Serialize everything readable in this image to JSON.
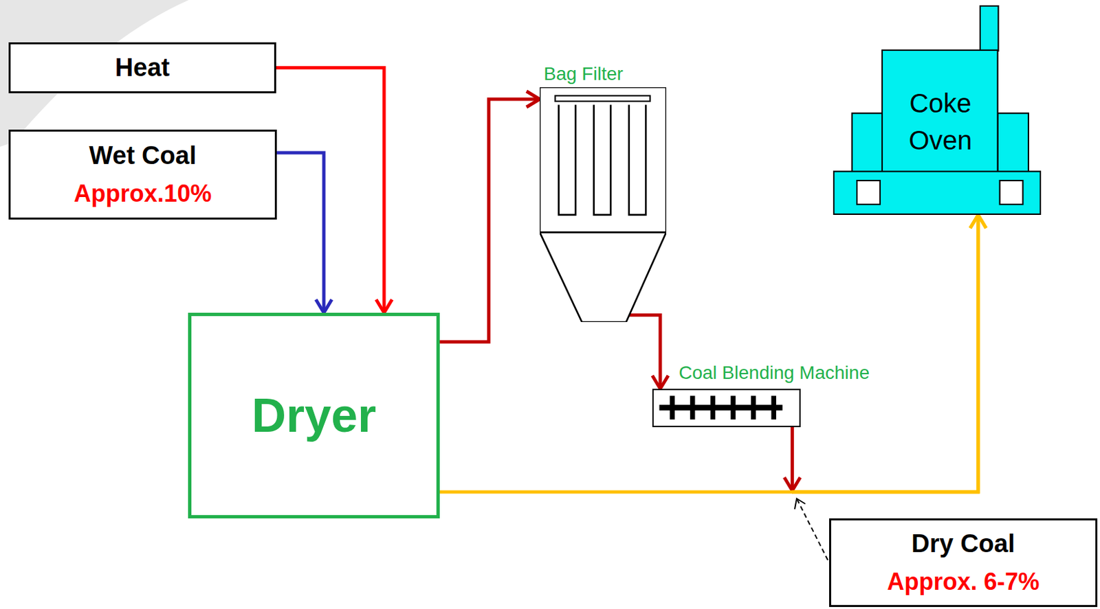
{
  "diagram": {
    "nodes": [
      {
        "text": [
          "Heat"
        ]
      },
      {
        "text": [
          "Wet Coal",
          "Approx.10%"
        ]
      },
      {
        "text": [
          "Dryer"
        ]
      },
      {
        "text": [
          "Bag Filter"
        ]
      },
      {
        "text": [
          "Coal Blending Machine"
        ]
      },
      {
        "text": [
          "Coke Oven"
        ]
      },
      {
        "text": [
          "Dry Coal",
          "Approx. 6-7%"
        ]
      }
    ],
    "edges": [
      {
        "from": 0,
        "to": 2,
        "arrow": "to"
      },
      {
        "from": 1,
        "to": 2,
        "arrow": "to"
      },
      {
        "from": 2,
        "to": 3,
        "arrow": "to"
      },
      {
        "from": 3,
        "to": 4,
        "arrow": "to"
      },
      {
        "from": 4,
        "to": 5,
        "arrow": "to"
      },
      {
        "from": 2,
        "to": 5,
        "arrow": "to"
      }
    ]
  }
}
